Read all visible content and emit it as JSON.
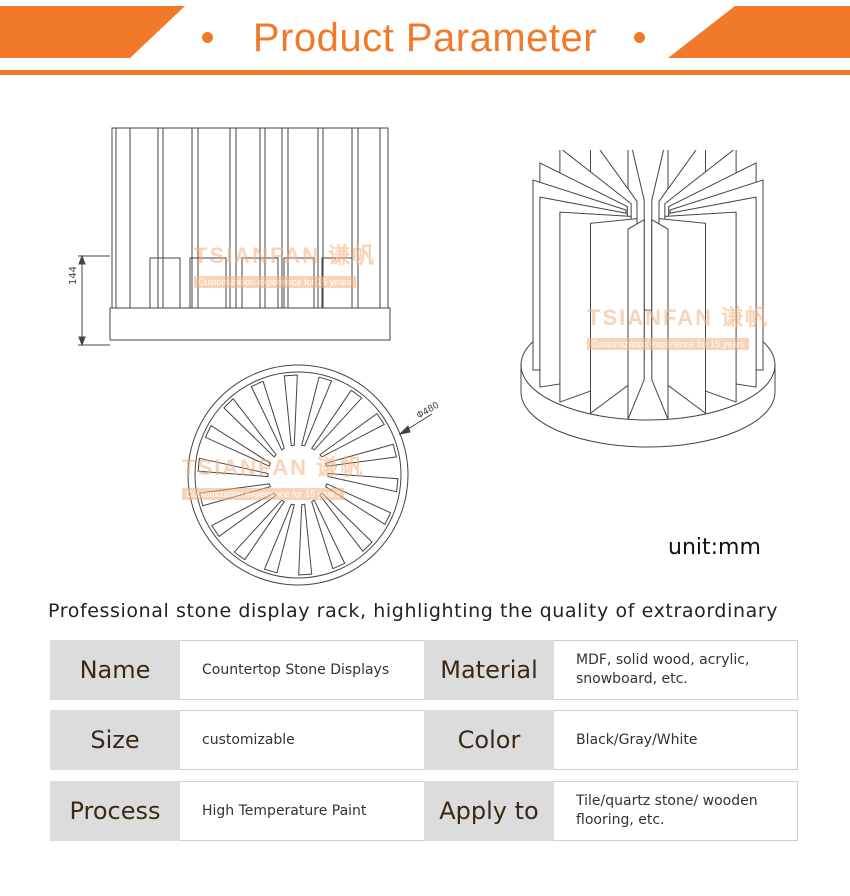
{
  "header": {
    "title": "Product Parameter",
    "accent_color": "#f07a2a"
  },
  "drawings": {
    "side_view": {
      "dimension_label": "144",
      "watermark_brand": "TSIANFAN 谦帆",
      "watermark_tag": "Customization experience for 15 years"
    },
    "iso_view": {
      "watermark_brand": "TSIANFAN 谦帆",
      "watermark_tag": "Customization experience for 15 years"
    },
    "top_view": {
      "dimension_label": "Φ480",
      "watermark_brand": "TSIANFAN 谦帆",
      "watermark_tag": "Customization experience for 15 years"
    }
  },
  "unit_label": "unit:mm",
  "caption": "Professional stone display rack, highlighting the quality of extraordinary",
  "params": [
    {
      "label": "Name",
      "value": "Countertop Stone Displays",
      "label2": "Material",
      "value2": "MDF, solid wood, acrylic, snowboard, etc."
    },
    {
      "label": "Size",
      "value": "customizable",
      "label2": "Color",
      "value2": "Black/Gray/White"
    },
    {
      "label": "Process",
      "value": "High Temperature Paint",
      "label2": "Apply to",
      "value2": "Tile/quartz stone/ wooden flooring, etc."
    }
  ]
}
